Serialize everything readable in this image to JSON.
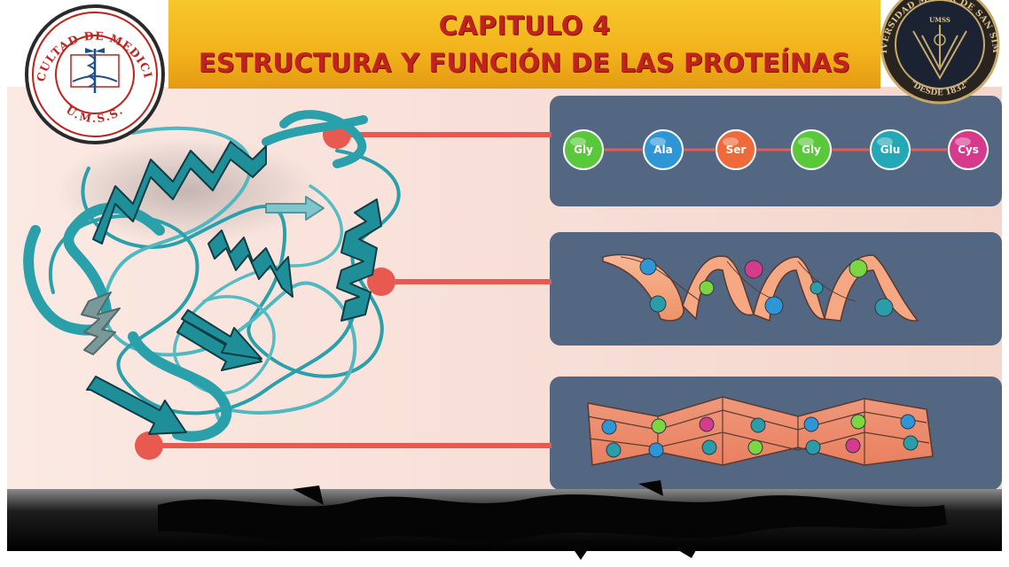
{
  "header": {
    "title_line1": "CAPITULO 4",
    "title_line2": "ESTRUCTURA Y FUNCIÓN DE LAS PROTEÍNAS"
  },
  "left_logo": {
    "top_text": "FACULTAD DE MEDICINA",
    "bottom_text": "U.M.S.S."
  },
  "right_logo": {
    "ring_text": "UNIVERSIDAD MAYOR DE SAN SIMON",
    "inner_text": "UMSS",
    "bottom_text": "\"DESDE 1832\""
  },
  "primary_structure": {
    "amino_acids": [
      {
        "label": "Gly",
        "color": "#59c83a"
      },
      {
        "label": "Ala",
        "color": "#2f96d6"
      },
      {
        "label": "Ser",
        "color": "#ef6a3a"
      },
      {
        "label": "Gly",
        "color": "#59c83a"
      },
      {
        "label": "Glu",
        "color": "#23a8b8"
      },
      {
        "label": "Cys",
        "color": "#d63a8c"
      }
    ]
  },
  "colors": {
    "background": "#f6dcd4",
    "panel": "#536682",
    "connector": "#e85a50",
    "ribbon": "#f2a27c",
    "protein": "#2aa0ab",
    "title_bar": "#f2b21c",
    "title_text": "#c0221d"
  }
}
